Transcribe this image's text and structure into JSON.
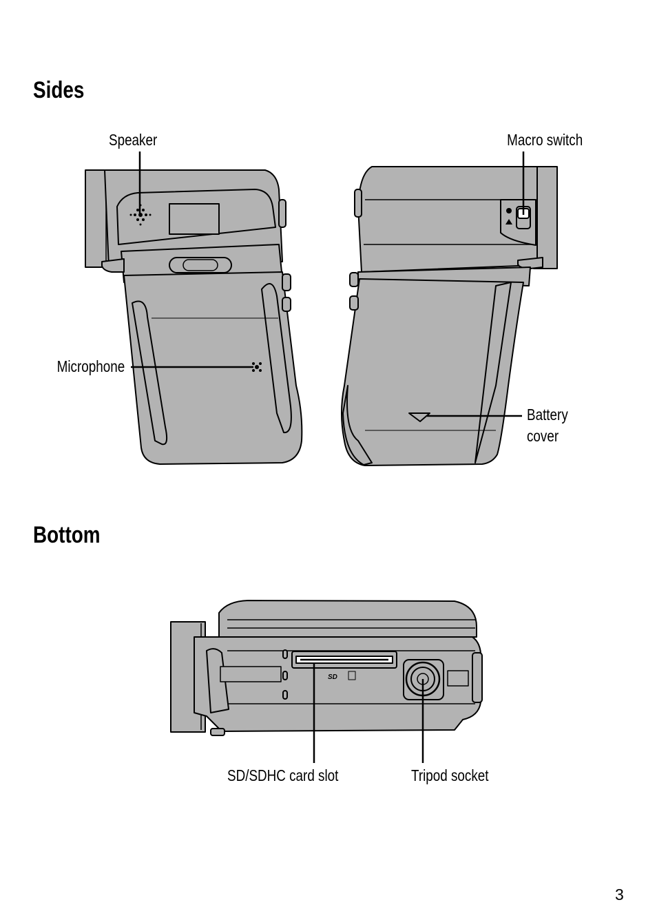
{
  "sections": {
    "sides": {
      "heading": "Sides"
    },
    "bottom": {
      "heading": "Bottom"
    }
  },
  "callouts": {
    "speaker": "Speaker",
    "macro_switch": "Macro switch",
    "microphone": "Microphone",
    "battery_cover_line1": "Battery",
    "battery_cover_line2": "cover",
    "sd_card_slot": "SD/SDHC card slot",
    "tripod_socket": "Tripod socket"
  },
  "page_number": "3",
  "colors": {
    "body_fill": "#b3b3b3",
    "line": "#000000",
    "background": "#ffffff"
  }
}
